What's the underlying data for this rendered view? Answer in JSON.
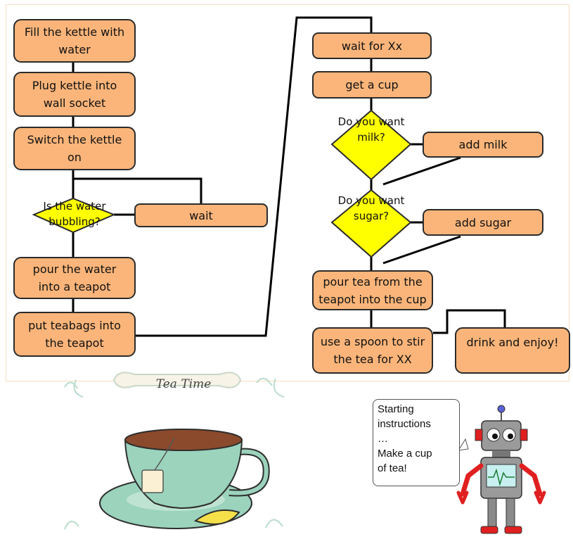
{
  "colors": {
    "box_fill": "#fbb57a",
    "box_stroke": "#2b2b2b",
    "diamond_fill": "#ffff00",
    "connector": "#000000",
    "cup_fill": "#9bd3bd",
    "robot_red": "#e02020",
    "robot_gray": "#9a9a9a"
  },
  "flowchart": {
    "left_column": {
      "fill_kettle": "Fill the kettle with\nwater",
      "plug_kettle": "Plug kettle into\nwall socket",
      "switch_on": "Switch the kettle\non",
      "decision_bubbling": "Is the water\nbubbling?",
      "wait": "wait",
      "pour_water": "pour the water\ninto a teapot",
      "put_teabags": "put teabags into\nthe teapot"
    },
    "right_column": {
      "wait_for": "wait for Xx",
      "get_cup": "get a cup",
      "decision_milk": "Do you want\nmilk?",
      "add_milk": "add milk",
      "decision_sugar": "Do you want\nsugar?",
      "add_sugar": "add sugar",
      "pour_tea": "pour tea from the\nteapot into the cup",
      "stir": "use a spoon to stir\nthe tea for XX",
      "drink": "drink and enjoy!"
    }
  },
  "illustration": {
    "banner": "Tea Time",
    "robot_speech": [
      "Starting",
      "instructions",
      "…",
      "Make a cup",
      "of tea!"
    ]
  }
}
